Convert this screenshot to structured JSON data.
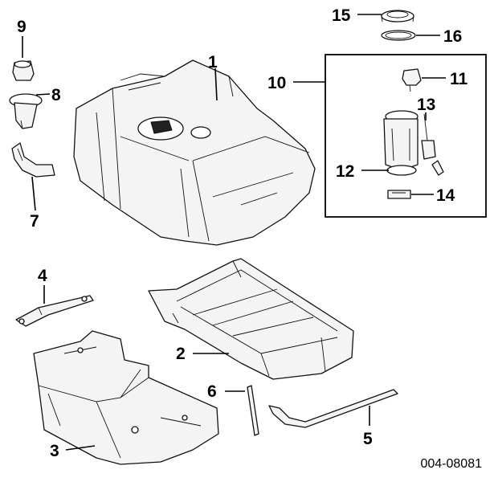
{
  "diagram": {
    "reference_code": "004-08081",
    "callouts": [
      {
        "id": "1",
        "label": "1"
      },
      {
        "id": "2",
        "label": "2"
      },
      {
        "id": "3",
        "label": "3"
      },
      {
        "id": "4",
        "label": "4"
      },
      {
        "id": "5",
        "label": "5"
      },
      {
        "id": "6",
        "label": "6"
      },
      {
        "id": "7",
        "label": "7"
      },
      {
        "id": "8",
        "label": "8"
      },
      {
        "id": "9",
        "label": "9"
      },
      {
        "id": "10",
        "label": "10"
      },
      {
        "id": "11",
        "label": "11"
      },
      {
        "id": "12",
        "label": "12"
      },
      {
        "id": "13",
        "label": "13"
      },
      {
        "id": "14",
        "label": "14"
      },
      {
        "id": "15",
        "label": "15"
      },
      {
        "id": "16",
        "label": "16"
      }
    ]
  }
}
